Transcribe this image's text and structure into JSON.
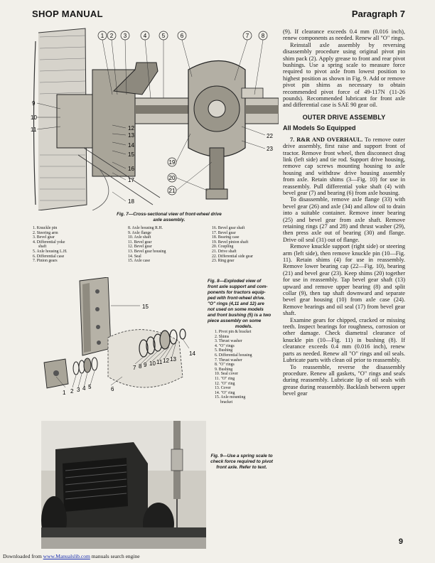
{
  "header": {
    "left": "SHOP MANUAL",
    "right": "Paragraph 7"
  },
  "fig7": {
    "caption_line1": "Fig. 7—Cross-sectional view of front-wheel drive",
    "caption_line2": "axle assembly.",
    "callouts_top": [
      "1",
      "2",
      "3",
      "4",
      "5",
      "6",
      "7",
      "8"
    ],
    "callouts_left": [
      "9",
      "10",
      "11"
    ],
    "callouts_mid": [
      "12",
      "13",
      "14",
      "15",
      "16",
      "17",
      "18"
    ],
    "callouts_bottom": [
      "19",
      "20",
      "21"
    ],
    "callouts_right": [
      "22",
      "23"
    ],
    "legend_col1": [
      "1. Knuckle pin",
      "2. Steering arm",
      "3. Bevel gear",
      "4. Differential yoke",
      "    shaft",
      "5. Axle housing L.H.",
      "6. Differential case",
      "7. Pinion gears"
    ],
    "legend_col2": [
      "8. Axle housing R.H.",
      "9. Axle flange",
      "10. Axle shaft",
      "11. Bevel gear",
      "12. Bevel gear",
      "13. Bevel gear housing",
      "14. Seal",
      "15. Axle case"
    ],
    "legend_col3": [
      "16. Bevel gear shaft",
      "17. Bevel gear",
      "18. Bearing case",
      "19. Bevel pinion shaft",
      "20. Coupling",
      "21. Drive shaft",
      "22. Differential side gear",
      "23. Ring gear"
    ]
  },
  "fig8": {
    "caption": [
      "Fig. 8—Exploded view of",
      "front axle support and com-",
      "ponents for tractors equip-",
      "ped with front-wheel drive.",
      "\"O\" rings (4,11 and 12) are",
      "not used on some models",
      "and front bushing (5) is a two",
      "piece assembly on some",
      "models."
    ],
    "callouts": [
      "1",
      "2",
      "3",
      "4",
      "5",
      "6",
      "7",
      "8",
      "9",
      "10",
      "11",
      "12",
      "13",
      "14",
      "15"
    ],
    "legend": [
      "1. Pivot pin & bracket",
      "2. Shims",
      "3. Thrust washer",
      "4. \"O\" rings",
      "5. Bushing",
      "6. Differential housing",
      "7. Thrust washer",
      "8. \"O\" rings",
      "9. Bushing",
      "10. Seal cover",
      "11. \"O\" ring",
      "12. \"O\" ring",
      "13. Cover",
      "14. \"O\" ring",
      "15. Axle mounting",
      "    bracket"
    ]
  },
  "fig9": {
    "caption": [
      "Fig. 9—Use a spring scale to",
      "check force required to pivot",
      "front axle. Refer to text."
    ]
  },
  "text": {
    "p1": "(9). If clearance exceeds 0.4 mm (0.016 inch), renew components as needed. Renew all \"O\" rings.",
    "p2": "Reinstall axle assembly by reversing disassembly procedure using original pivot pin shim pack (2). Apply grease to front and rear pivot bushings. Use a spring scale to measure force required to pivot axle from lowest position to highest position as shown in Fig. 9. Add or remove pivot pin shims as necessary to obtain recommended pivot force of 49-117N (11-26 pounds). Recommended lubricant for front axle and differential case is SAE 90 gear oil.",
    "section": "OUTER DRIVE ASSEMBLY",
    "subsection": "All Models So Equipped",
    "p3_head": "7. R&R AND OVERHAUL.",
    "p3": " To remove outer drive assembly, first raise and support front of tractor. Remove front wheel, then disconnect drag link (left side) and tie rod. Support drive housing, remove cap screws mounting housing to axle housing and withdraw drive housing assembly from axle. Retain shims (3—Fig. 10) for use in reassembly. Pull differential yoke shaft (4) with bevel gear (7) and bearing (6) from axle housing.",
    "p4": "To disassemble, remove axle flange (33) with bevel gear (26) and axle (34) and allow oil to drain into a suitable container. Remove inner bearing (25) and bevel gear from axle shaft. Remove retaining rings (27 and 28) and thrust washer (29), then press axle out of bearing (30) and flange. Drive oil seal (31) out of flange.",
    "p5": "Remove knuckle support (right side) or steering arm (left side), then remove knuckle pin (10—Fig. 11). Retain shims (4) for use in reassembly. Remove lower bearing cap (22—Fig. 10), bearing (21) and bevel gear (23). Keep shims (20) together for use in reassembly. Tap bevel gear shaft (13) upward and remove upper bearing (8) and split collar (9), then tap shaft downward and separate bevel gear housing (10) from axle case (24). Remove bearings and oil seal (17) from bevel gear shaft.",
    "p6": "Examine gears for chipped, cracked or missing teeth. Inspect bearings for roughness, corrosion or other damage. Check diametral clearance of knuckle pin (10—Fig. 11) in bushing (8). If clearance exceeds 0.4 mm (0.016 inch), renew parts as needed. Renew all \"O\" rings and oil seals. Lubricate parts with clean oil prior to reassembly.",
    "p7": "To reassemble, reverse the disassembly procedure. Renew all gaskets, \"O\" rings and seals during reassembly. Lubricate lip of oil seals with grease during reassembly. Backlash between upper bevel gear"
  },
  "page_number": "9",
  "footer": {
    "prefix": "Downloaded from ",
    "link": "www.Manualslib.com",
    "suffix": " manuals search engine"
  }
}
